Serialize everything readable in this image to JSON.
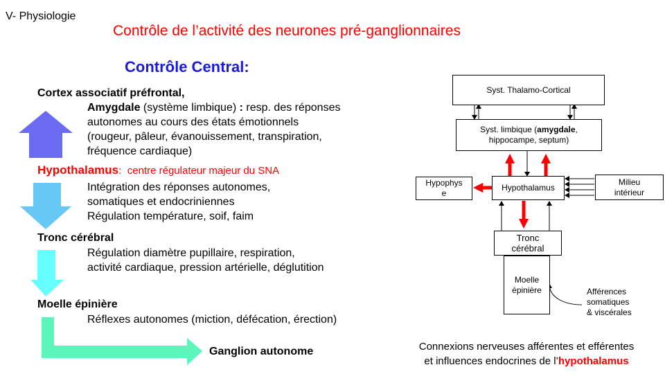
{
  "header": {
    "section_label": "V- Physiologie",
    "title": "Contrôle de l’activité des neurones pré-ganglionnaires",
    "subtitle": "Contrôle Central:"
  },
  "levels": {
    "cortex": "Cortex associatif préfrontal,",
    "amygdala_name": "Amygdale",
    "amygdala_paren": " (système limbique) ",
    "amygdala_colon": ":",
    "amygdala_text": " resp. des réponses",
    "amygdala_lines": [
      "autonomes au cours des  états émotionnels",
      "(rougeur, pâleur, évanouissement, transpiration,",
      "fréquence cardiaque)"
    ],
    "hypothalamus_name": "Hypothalamus",
    "hypothalamus_colon": ":",
    "hypothalamus_desc": "centre régulateur majeur du SNA",
    "hypothalamus_lines": [
      "Intégration des réponses autonomes,",
      "somatiques et endocriniennes",
      "Régulation température, soif, faim"
    ],
    "tronc_name": "Tronc cérébral",
    "tronc_lines": [
      "Régulation diamètre pupillaire, respiration,",
      "activité cardiaque, pression artérielle, déglutition"
    ],
    "moelle_name": "Moelle épinière",
    "moelle_lines": [
      "Réflexes autonomes (miction, défécation, érection)"
    ],
    "ganglion": "Ganglion autonome"
  },
  "diagram": {
    "thalamo": "Syst. Thalamo-Cortical",
    "limbique_prefix": "Syst. limbique  (",
    "limbique_bold": "amygdale",
    "limbique_suffix": ",",
    "limbique_line2": "hippocampe, septum)",
    "hypophyse_line1": "Hypophys",
    "hypophyse_line2": "e",
    "hypothalamus": "Hypothalamus",
    "milieu_line1": "Milieu",
    "milieu_line2": "intérieur",
    "tronc_line1": "Tronc",
    "tronc_line2": "cérébral",
    "moelle_line1": "Moelle",
    "moelle_line2": "épinière",
    "afferences": [
      "Afférences",
      "somatiques",
      "& viscérales"
    ]
  },
  "caption": {
    "line1": "Connexions nerveuses afférentes et efférentes",
    "line2_prefix": "et influences endocrines de l’",
    "line2_highlight": "hypothalamus"
  },
  "colors": {
    "red": "#ff0000",
    "blue_title": "#1a1adb",
    "arrow_up": "#6b6bf2",
    "arrow_down": "#66c8f4",
    "arrow_cyan": "#66ffff",
    "arrow_green": "#5cf5bc"
  }
}
